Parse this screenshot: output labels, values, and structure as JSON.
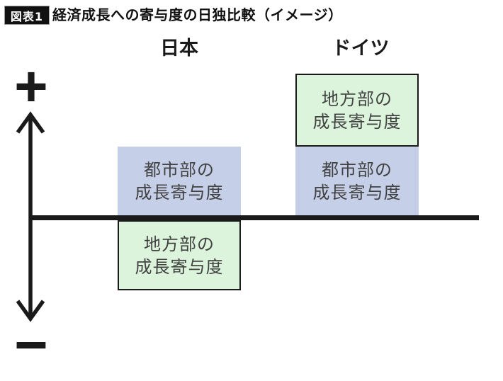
{
  "header": {
    "badge": "図表1",
    "title": "経済成長への寄与度の日独比較（イメージ）"
  },
  "columns": {
    "japan": {
      "header": "日本",
      "urban_label": "都市部の\n成長寄与度",
      "rural_label": "地方部の\n成長寄与度"
    },
    "germany": {
      "header": "ドイツ",
      "urban_label": "都市部の\n成長寄与度",
      "rural_label": "地方部の\n成長寄与度"
    }
  },
  "axis": {
    "plus_label": "+",
    "minus_label": "−"
  },
  "colors": {
    "urban_box_fill": "#c5cfe7",
    "rural_box_fill": "#dcf4dc",
    "rural_box_border": "#1a1a1a",
    "axis_line": "#1a1a1a",
    "box_text": "#424242",
    "badge_background": "#111111",
    "badge_text": "#ffffff",
    "title_text": "#111111"
  },
  "chart_data": {
    "type": "bar",
    "subtype": "conceptual-contribution-comparison",
    "title": "経済成長への寄与度の日独比較（イメージ）",
    "categories": [
      "日本",
      "ドイツ"
    ],
    "series": [
      {
        "name": "都市部の成長寄与度",
        "values": [
          "positive",
          "positive"
        ],
        "color": "#c5cfe7",
        "note": "qualitative only — no numeric values shown"
      },
      {
        "name": "地方部の成長寄与度",
        "values": [
          "negative",
          "positive"
        ],
        "color": "#dcf4dc",
        "note": "Japan: below zero line; Germany: stacked above urban contribution"
      }
    ],
    "y_axis": {
      "positive_label": "+",
      "negative_label": "−",
      "numeric_values_shown": false,
      "zero_baseline": true
    },
    "legend_position": "none",
    "grid": false
  }
}
